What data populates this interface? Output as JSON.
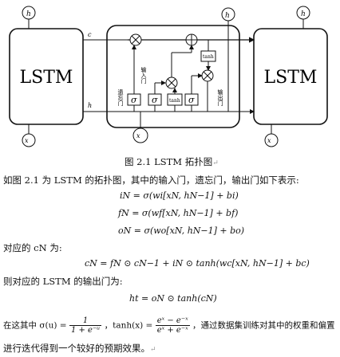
{
  "diagram": {
    "left_cell_label": "LSTM",
    "right_cell_label": "LSTM",
    "h_top_left": "h",
    "h_top_right": "h",
    "h_top_mid": "h",
    "x_bottom_left": "x",
    "x_bottom_mid": "x",
    "x_bottom_right": "x",
    "c_prev_label": "c",
    "h_prev_label": "h",
    "sigma": "σ",
    "tanh_small": "tanh",
    "forget_gate_label": "遗忘门",
    "input_gate_label": "输入门",
    "output_gate_label": "输出门"
  },
  "caption": "图 2.1 LSTM 拓扑图",
  "para1": "如图 2.1 为 LSTM 的拓扑图，其中的输入门，遗忘门，输出门如下表示:",
  "eq_i": "i",
  "eq_i_rest": " = σ(w",
  "eq_i_full": "iN = σ(wi[xN, hN−1] + bi)",
  "eq_f_full": "fN = σ(wf[xN, hN−1] + bf)",
  "eq_o_full": "oN = σ(wo[xN, hN−1] + bo)",
  "para2": "对应的 cN 为:",
  "eq_c_full": "cN = fN ⊙ cN−1 + iN ⊙ tanh(wc[xN, hN−1] + bc)",
  "para3": "则对应的 LSTM 的输出门为:",
  "eq_h_full": "ht = oN ⊙ tanh(cN)",
  "para4_a": "在这其中 σ(u) =",
  "sigma_num": "1",
  "sigma_den": "1 + e⁻ᵘ",
  "para4_b": "，tanh(x) =",
  "tanh_num": "eˣ − e⁻ˣ",
  "tanh_den": "eˣ + e⁻ˣ",
  "para4_c": "，通过数据集训练对其中的权重和偏置",
  "para5": "进行迭代得到一个较好的预期效果。",
  "return_mark": "↵"
}
